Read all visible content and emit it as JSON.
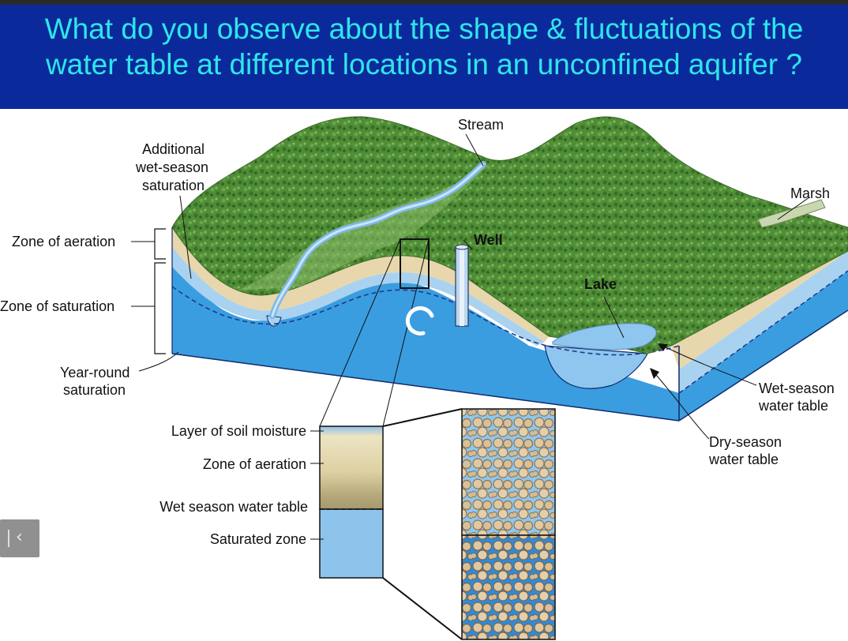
{
  "header": {
    "title_line1": "What do you observe about the shape & fluctuations of the",
    "title_line2": "water table at different locations in an unconfined aquifer ?"
  },
  "diagram": {
    "labels": {
      "stream": "Stream",
      "additional_line1": "Additional",
      "additional_line2": "wet-season",
      "additional_line3": "saturation",
      "marsh": "Marsh",
      "zone_aeration": "Zone of aeration",
      "well": "Well",
      "zone_saturation": "Zone of saturation",
      "lake": "Lake",
      "year_round_line1": "Year-round",
      "year_round_line2": "saturation",
      "wet_season_wt_line1": "Wet-season",
      "wet_season_wt_line2": "water table",
      "dry_season_wt_line1": "Dry-season",
      "dry_season_wt_line2": "water table"
    },
    "column": {
      "soil_moisture": "Layer of soil moisture",
      "zone_aeration": "Zone of aeration",
      "wet_season_wt": "Wet season water table",
      "saturated_zone": "Saturated zone"
    }
  },
  "colors": {
    "header_bg": "#0a2a9c",
    "title_text": "#2fe6ea",
    "saturated_blue": "#3a9de0",
    "light_blue": "#a9d2f0",
    "soil_tan": "#e8d7ac",
    "hill_green": "#4d8a35"
  },
  "icons": {
    "loading": "loading-spinner-icon",
    "back": "chevron-left-icon"
  }
}
